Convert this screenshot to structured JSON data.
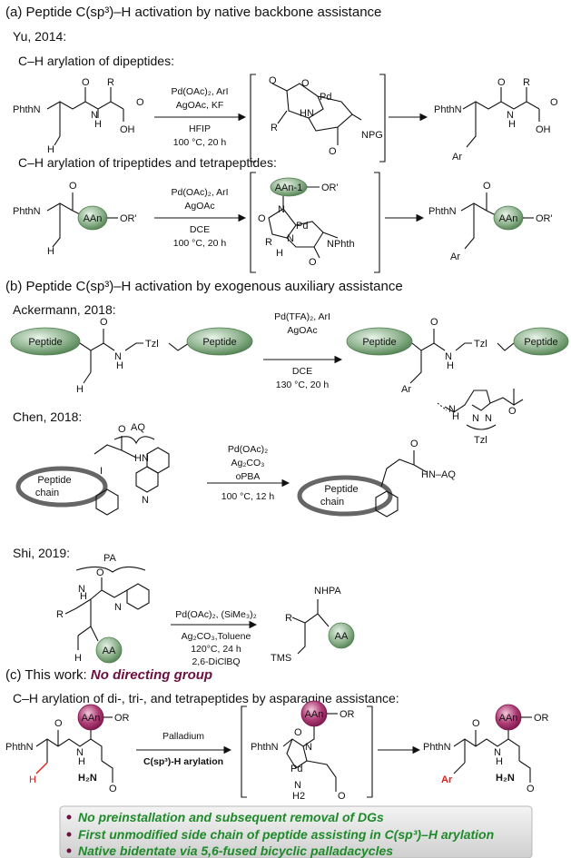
{
  "sections": {
    "a": {
      "title": "(a) Peptide C(sp³)–H activation by native backbone assistance",
      "author": "Yu, 2014:",
      "sub1": "C–H arylation of dipeptides:",
      "sub2": "C–H arylation of tripeptides and tetrapeptides:"
    },
    "b": {
      "title": "(b) Peptide C(sp³)–H activation by exogenous auxiliary assistance",
      "author1": "Ackermann, 2018:",
      "author2": "Chen, 2018:",
      "author3": "Shi, 2019:"
    },
    "c": {
      "title_prefix": "(c) This work: ",
      "title_highlight": "No directing group",
      "sub": "C–H arylation of di-, tri-, and tetrapeptides by asparagine assistance:"
    }
  },
  "reactions": {
    "yu1": {
      "reagent": "Pd(OAc)₂, ArI",
      "additive": "AgOAc, KF",
      "solvent": "HFIP",
      "conditions": "100 °C, 20 h"
    },
    "yu2": {
      "reagent": "Pd(OAc)₂, ArI",
      "additive": "AgOAc",
      "solvent": "DCE",
      "conditions": "100 °C, 20 h"
    },
    "ackermann": {
      "reagent": "Pd(TFA)₂, ArI",
      "additive": "AgOAc",
      "solvent": "DCE",
      "conditions": "130 °C, 20 h"
    },
    "chen": {
      "reagent": "Pd(OAc)₂",
      "additive": "Ag₂CO₃",
      "oxidant": "oPBA",
      "conditions": "100 °C, 12 h"
    },
    "shi": {
      "reagent": "Pd(OAc)₂, (SiMe₃)₂",
      "additive": "Ag₂CO₃,Toluene",
      "conditions": "120°C, 24 h",
      "extra": "2,6-DiClBQ"
    },
    "thiswork": {
      "reagent": "Palladium",
      "conditions": "C(sp³)-H arylation"
    }
  },
  "labels": {
    "phthn": "PhthN",
    "peptide": "Peptide",
    "tzl": "Tzl",
    "aq": "AQ",
    "pa": "PA",
    "peptide_chain_1": "Peptide",
    "peptide_chain_2": "chain",
    "aa": "AA",
    "aan": "AAn",
    "aan1": "AAn-1",
    "or_prime": "OR'",
    "or": "OR",
    "npg": "NPG",
    "nphth": "NPhth",
    "pd": "Pd",
    "ar": "Ar",
    "tms": "TMS",
    "nhpa": "NHPA",
    "nh_aq": "HN–AQ",
    "h2n": "H₂N"
  },
  "highlights": [
    "No preinstallation and subsequent removal of DGs",
    "First unmodified side chain of peptide assisting in C(sp³)–H arylation",
    "Native bidentate via 5,6-fused bicyclic palladacycles"
  ],
  "colors": {
    "peptide_green": "#5f8f5f",
    "aa_purple": "#9a1f5e",
    "highlight_green": "#1e8a2a",
    "title_purple": "#6b1040",
    "ch_red": "#e0201c"
  }
}
